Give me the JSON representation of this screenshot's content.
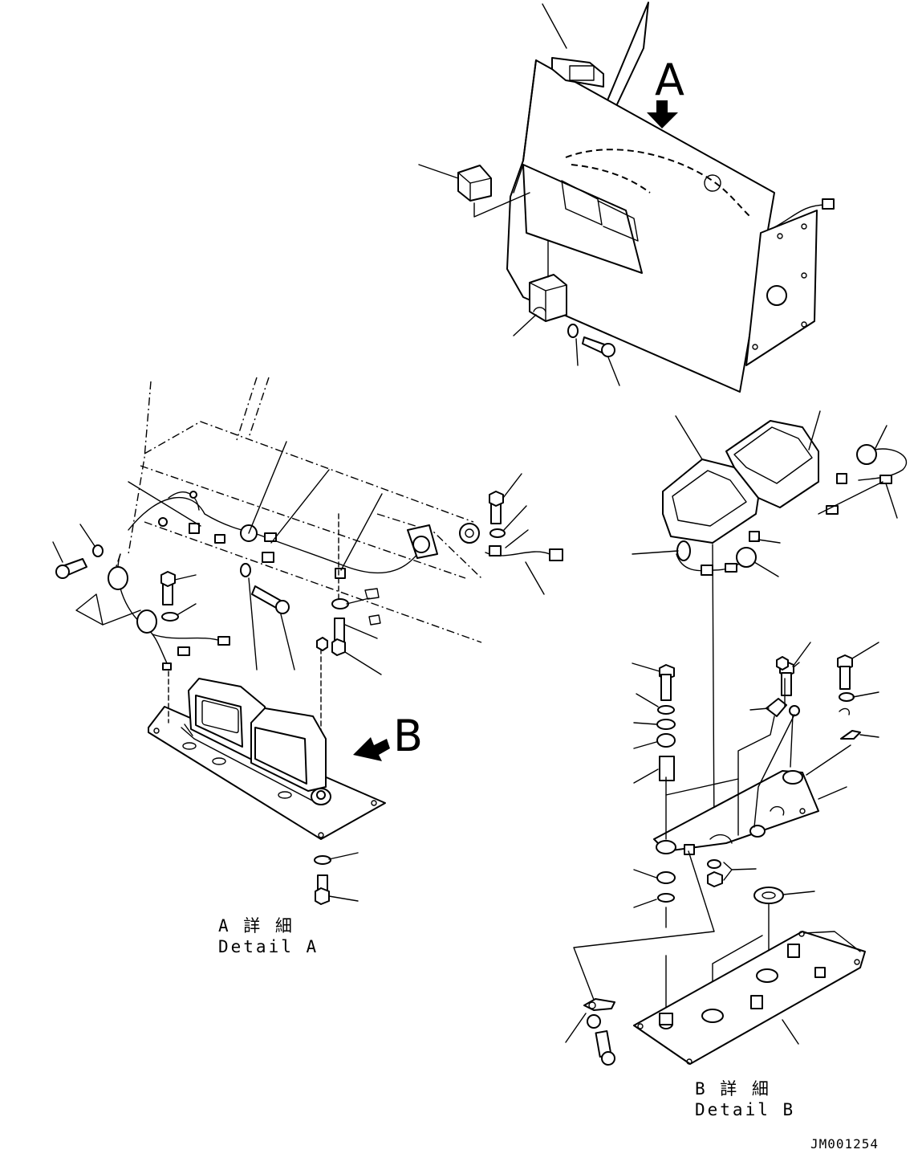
{
  "view_labels": {
    "view_a": "A",
    "view_b": "B"
  },
  "captions": {
    "detail_a_jp": "A 詳 細",
    "detail_a_en": "Detail A",
    "detail_b_jp": "B 詳 細",
    "detail_b_en": "Detail B"
  },
  "drawing_code": "JM001254"
}
